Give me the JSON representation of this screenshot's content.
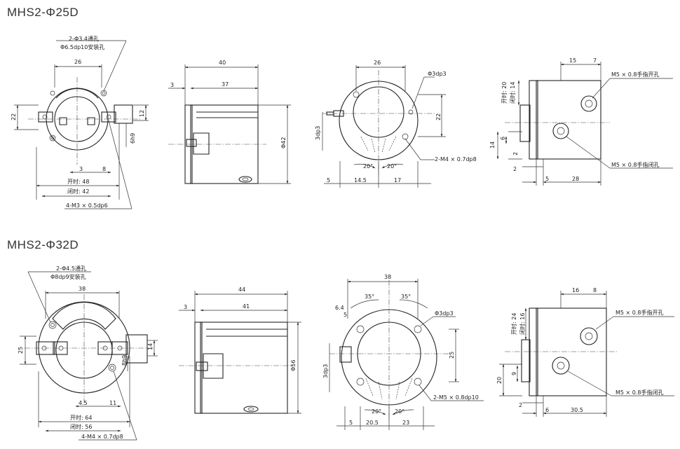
{
  "sections": [
    {
      "title": "MHS2-Φ25D",
      "front": {
        "note_hole_1": "2-Φ3.4通孔",
        "note_hole_2": "Φ6.5dp10安装孔",
        "dim_top": "26",
        "dim_left": "22",
        "dim_right": "12",
        "dim_h9": "6h9",
        "dim_3": "3",
        "dim_8": "8",
        "open": "开时: 48",
        "closed": "闭时: 42",
        "thread": "4-M3 × 0.5dp6"
      },
      "side": {
        "dim_total": "40",
        "dim_3": "3",
        "dim_37": "37",
        "dia": "Φ42"
      },
      "rear": {
        "dim_top": "26",
        "pin": "Φ3dp3",
        "dim_right": "22",
        "dim_left": "3dp3",
        "angle_l": "20°",
        "angle_r": "20°",
        "thread": "2-M4 × 0.7dp8",
        "dim_5": "5",
        "dim_145": "14.5",
        "dim_17": "17"
      },
      "port": {
        "dim_15": "15",
        "dim_7": "7",
        "open_label": "开时: 20",
        "closed_label": "闭时: 14",
        "dim_6": "6",
        "dim_14": "14",
        "dim_2v": "2",
        "dim_2h": "2",
        "dim_5": "5",
        "dim_28": "28",
        "port_open": "M5 × 0.8手指开孔",
        "port_close": "M5 × 0.8手指闭孔"
      }
    },
    {
      "title": "MHS2-Φ32D",
      "front": {
        "note_hole_1": "2-Φ4.5通孔",
        "note_hole_2": "Φ8dp9安装孔",
        "dim_top": "38",
        "dim_left": "25",
        "dim_right": "14",
        "dim_h9": "8h9",
        "dim_3": "4.5",
        "dim_8": "11",
        "open": "开时: 64",
        "closed": "闭时: 56",
        "thread": "4-M4 × 0.7dp8"
      },
      "side": {
        "dim_total": "44",
        "dim_3": "3",
        "dim_37": "41",
        "dia": "Φ56"
      },
      "rear": {
        "dim_top": "38",
        "pin": "Φ3dp3",
        "dim_right": "25",
        "dim_left": "3dp3",
        "angle_l": "20°",
        "angle_r": "20°",
        "angle_tl": "35°",
        "angle_tr": "35°",
        "dim_64": "6.4",
        "dim_5t": "5",
        "thread": "2-M5 × 0.8dp10",
        "dim_5": "5",
        "dim_145": "20.5",
        "dim_17": "23"
      },
      "port": {
        "dim_15": "16",
        "dim_7": "8",
        "open_label": "开时: 24",
        "closed_label": "闭时: 16",
        "dim_6": "9",
        "dim_14": "20",
        "dim_2v": "",
        "dim_2h": "2",
        "dim_5": "6",
        "dim_28": "30.5",
        "port_open": "M5 × 0.8手指开孔",
        "port_close": "M5 × 0.8手指闭孔"
      }
    }
  ]
}
